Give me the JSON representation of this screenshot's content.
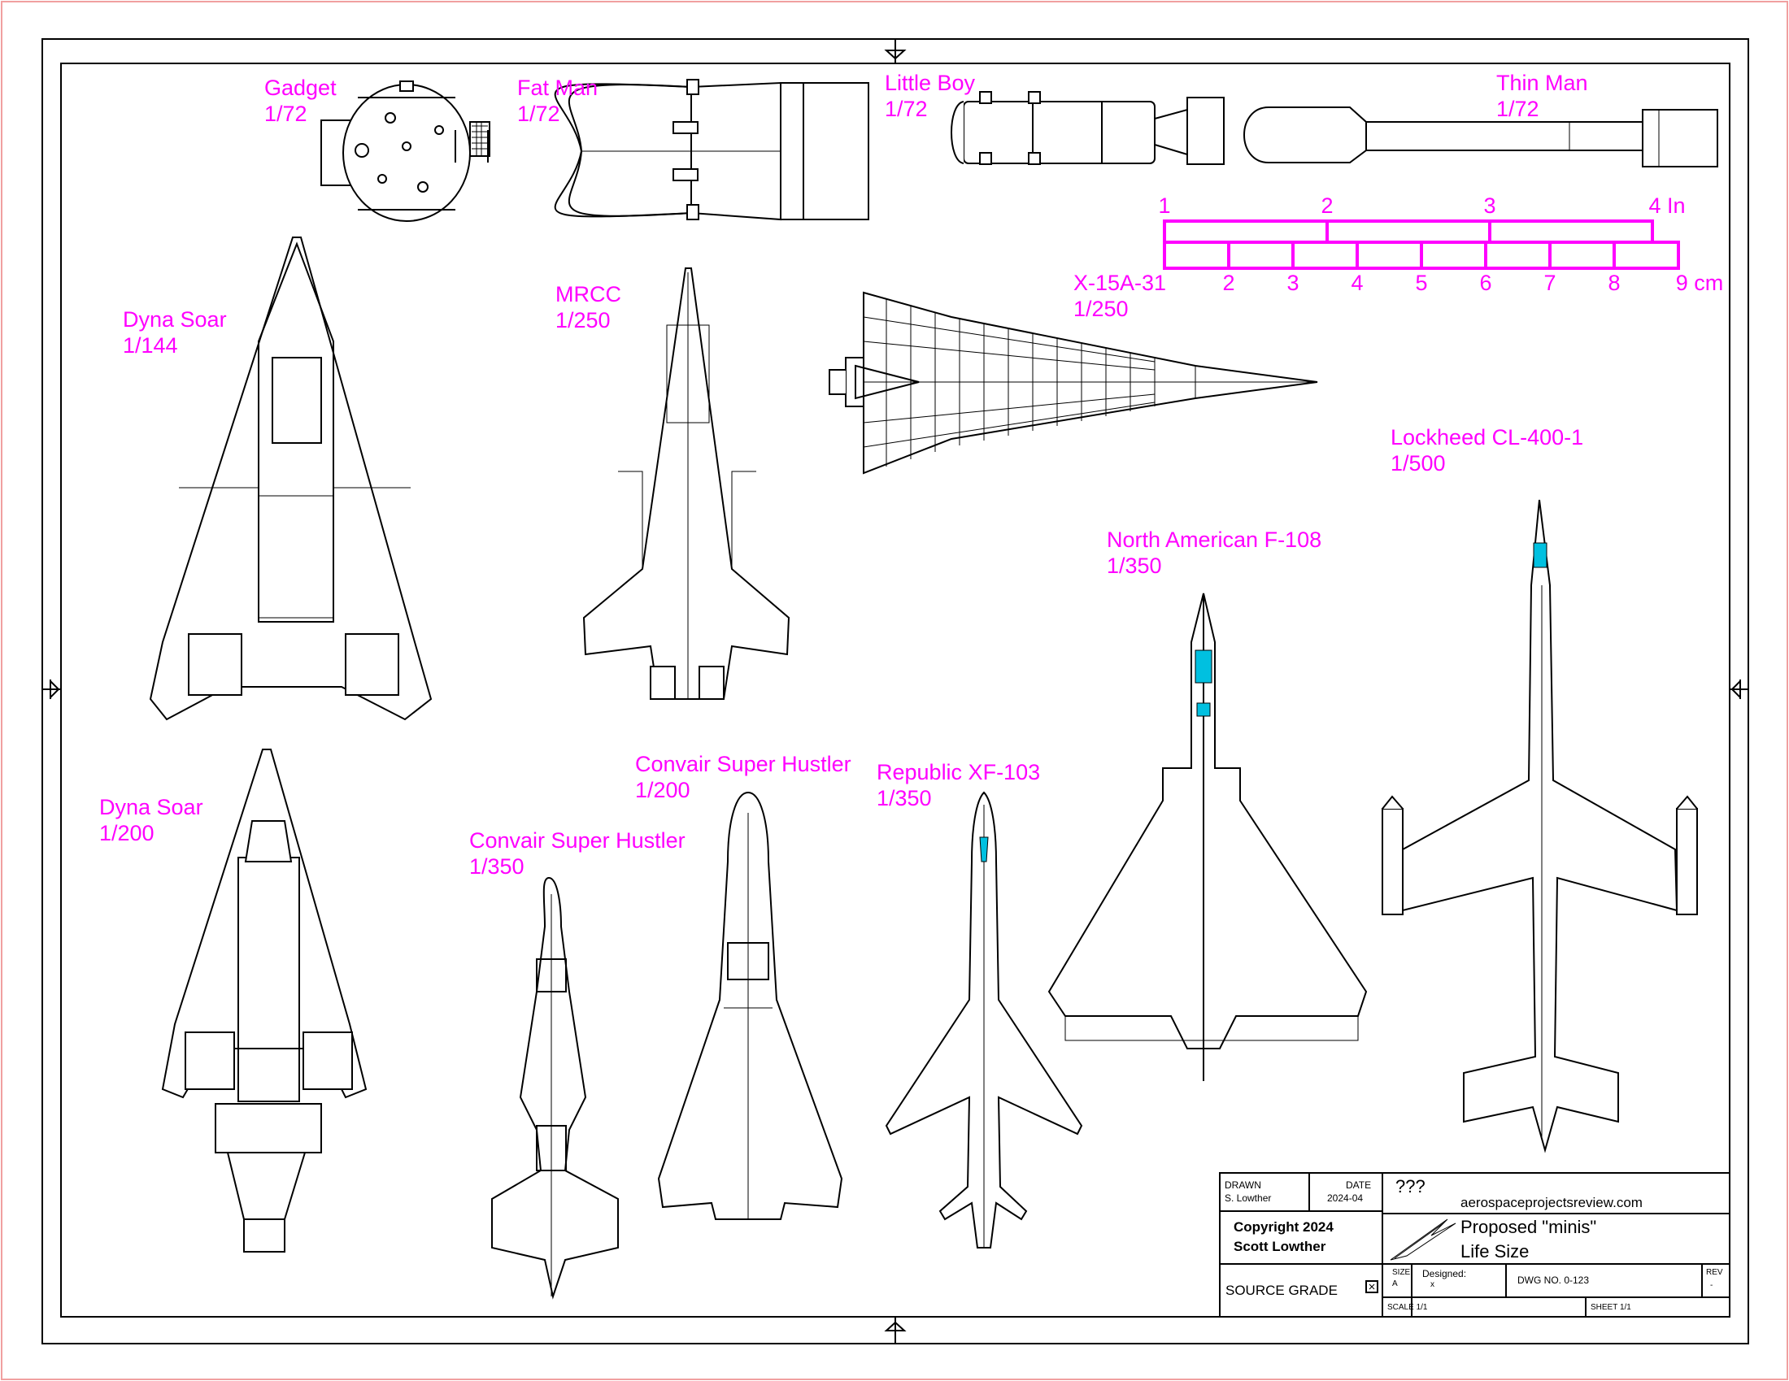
{
  "labels": {
    "gadget": {
      "name": "Gadget",
      "scale": "1/72"
    },
    "fat_man": {
      "name": "Fat Man",
      "scale": "1/72"
    },
    "little_boy": {
      "name": "Little Boy",
      "scale": "1/72"
    },
    "thin_man": {
      "name": "Thin Man",
      "scale": "1/72"
    },
    "dyna_soar_144": {
      "name": "Dyna Soar",
      "scale": "1/144"
    },
    "mrcc": {
      "name": "MRCC",
      "scale": "1/250"
    },
    "x15a31": {
      "name": "X-15A-31",
      "scale": "1/250"
    },
    "lockheed": {
      "name": "Lockheed CL-400-1",
      "scale": "1/500"
    },
    "f108": {
      "name": "North American F-108",
      "scale": "1/350"
    },
    "dyna_soar_200": {
      "name": "Dyna Soar",
      "scale": "1/200"
    },
    "hustler_200": {
      "name": "Convair Super Hustler",
      "scale": "1/200"
    },
    "xf103": {
      "name": "Republic XF-103",
      "scale": "1/350"
    },
    "hustler_350": {
      "name": "Convair Super Hustler",
      "scale": "1/350"
    }
  },
  "scale_bar": {
    "inch_ticks": [
      "1",
      "2",
      "3",
      "4 In"
    ],
    "cm_ticks": [
      "2",
      "3",
      "4",
      "5",
      "6",
      "7",
      "8",
      "9 cm"
    ],
    "color": "#ff00ff"
  },
  "title_block": {
    "drawn_label": "DRAWN",
    "drawn_value": "S. Lowther",
    "date_label": "DATE",
    "date_value": "2024-04",
    "unknown": "???",
    "website": "aerospaceprojectsreview.com",
    "copyright_line1": "Copyright 2024",
    "copyright_line2": "Scott Lowther",
    "title_line1": "Proposed \"minis\"",
    "title_line2": "Life Size",
    "size_label": "SIZE",
    "size_value": "A",
    "designed_label": "Designed:",
    "designed_value": "x",
    "dwg_no": "DWG NO. 0-123",
    "rev_label": "REV",
    "rev_value": "-",
    "source_grade": "SOURCE GRADE",
    "scale_text": "SCALE 1/1",
    "sheet_text": "SHEET 1/1"
  },
  "colors": {
    "label": "#ff00ff",
    "line": "#000000",
    "canopy": "#00c0e0"
  }
}
